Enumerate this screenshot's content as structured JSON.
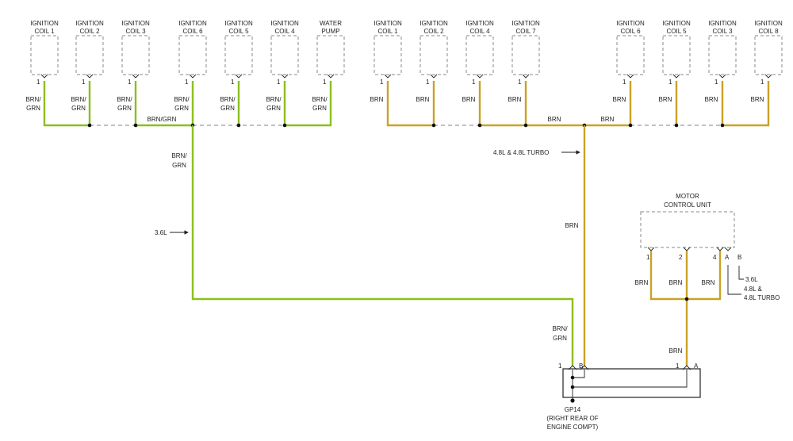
{
  "colors": {
    "brn_grn": "#8bbf1f",
    "brn": "#c9a227"
  },
  "left_components": [
    {
      "id": "c1",
      "line1": "IGNITION",
      "line2": "COIL 1",
      "pin": "1",
      "wire": [
        "BRN/",
        "GRN"
      ]
    },
    {
      "id": "c2",
      "line1": "IGNITION",
      "line2": "COIL 2",
      "pin": "1",
      "wire": [
        "BRN/",
        "GRN"
      ]
    },
    {
      "id": "c3",
      "line1": "IGNITION",
      "line2": "COIL 3",
      "pin": "1",
      "wire": [
        "BRN/",
        "GRN"
      ]
    },
    {
      "id": "c6",
      "line1": "IGNITION",
      "line2": "COIL 6",
      "pin": "1",
      "wire": [
        "BRN/",
        "GRN"
      ]
    },
    {
      "id": "c5",
      "line1": "IGNITION",
      "line2": "COIL 5",
      "pin": "1",
      "wire": [
        "BRN/",
        "GRN"
      ]
    },
    {
      "id": "c4",
      "line1": "IGNITION",
      "line2": "COIL 4",
      "pin": "1",
      "wire": [
        "BRN/",
        "GRN"
      ]
    },
    {
      "id": "wp",
      "line1": "WATER",
      "line2": "PUMP",
      "pin": "1",
      "wire": [
        "BRN/",
        "GRN"
      ]
    }
  ],
  "right_components": [
    {
      "id": "r1",
      "line1": "IGNITION",
      "line2": "COIL 1",
      "pin": "1",
      "wire": [
        "BRN"
      ]
    },
    {
      "id": "r2",
      "line1": "IGNITION",
      "line2": "COIL 2",
      "pin": "1",
      "wire": [
        "BRN"
      ]
    },
    {
      "id": "r4",
      "line1": "IGNITION",
      "line2": "COIL 4",
      "pin": "1",
      "wire": [
        "BRN"
      ]
    },
    {
      "id": "r7",
      "line1": "IGNITION",
      "line2": "COIL 7",
      "pin": "1",
      "wire": [
        "BRN"
      ]
    },
    {
      "id": "r6",
      "line1": "IGNITION",
      "line2": "COIL 6",
      "pin": "1",
      "wire": [
        "BRN"
      ]
    },
    {
      "id": "r5",
      "line1": "IGNITION",
      "line2": "COIL 5",
      "pin": "1",
      "wire": [
        "BRN"
      ]
    },
    {
      "id": "r3",
      "line1": "IGNITION",
      "line2": "COIL 3",
      "pin": "1",
      "wire": [
        "BRN"
      ]
    },
    {
      "id": "r8",
      "line1": "IGNITION",
      "line2": "COIL 8",
      "pin": "1",
      "wire": [
        "BRN"
      ]
    }
  ],
  "labels": {
    "bus_left": "BRN/GRN",
    "bus_right_a": "BRN",
    "bus_right_b": "BRN",
    "left_trunk_1": "BRN/",
    "left_trunk_2": "GRN",
    "note_36": "3.6L",
    "note_48": "4.8L & 4.8L TURBO",
    "right_trunk": "BRN",
    "gp_in_1": "BRN/",
    "gp_in_2": "GRN",
    "mcu_line1": "MOTOR",
    "mcu_line2": "CONTROL UNIT",
    "mcu_pin1": "1",
    "mcu_pin2": "2",
    "mcu_pin4": "4",
    "mcu_pinA": "A",
    "mcu_pinB": "B",
    "mcu_w1": "BRN",
    "mcu_w2": "BRN",
    "mcu_w3": "BRN",
    "mcu_36": "3.6L",
    "mcu_48_1": "4.8L &",
    "mcu_48_2": "4.8L TURBO",
    "mcu_down": "BRN",
    "gp_pin1_left": "1",
    "gp_pinB": "B",
    "gp_pin1_right": "1",
    "gp_pinA": "A",
    "gp_name": "GP14",
    "gp_loc1": "(RIGHT REAR OF",
    "gp_loc2": "ENGINE COMPT)"
  }
}
